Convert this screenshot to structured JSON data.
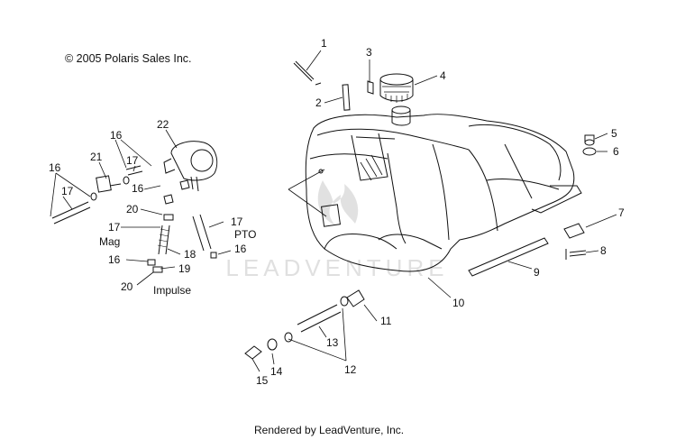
{
  "header": {
    "copyright": "© 2005 Polaris Sales Inc."
  },
  "footer": {
    "rendered_by": "Rendered by LeadVenture, Inc."
  },
  "watermark": {
    "text": "LEADVENTURE",
    "color": "#c8c8c8"
  },
  "callouts": {
    "c1": "1",
    "c2": "2",
    "c3": "3",
    "c4": "4",
    "c5": "5",
    "c6": "6",
    "c7": "7",
    "c8": "8",
    "c9": "9",
    "c10": "10",
    "c11": "11",
    "c12": "12",
    "c13": "13",
    "c14": "14",
    "c15": "15",
    "c16a": "16",
    "c16b": "16",
    "c16c": "16",
    "c16d": "16",
    "c16e": "16",
    "c17a": "17",
    "c17b": "17",
    "c17c": "17",
    "c17d": "17",
    "c18": "18",
    "c19": "19",
    "c20a": "20",
    "c20b": "20",
    "c21": "21",
    "c22": "22"
  },
  "labels": {
    "mag": "Mag",
    "pto": "PTO",
    "impulse": "Impulse"
  }
}
